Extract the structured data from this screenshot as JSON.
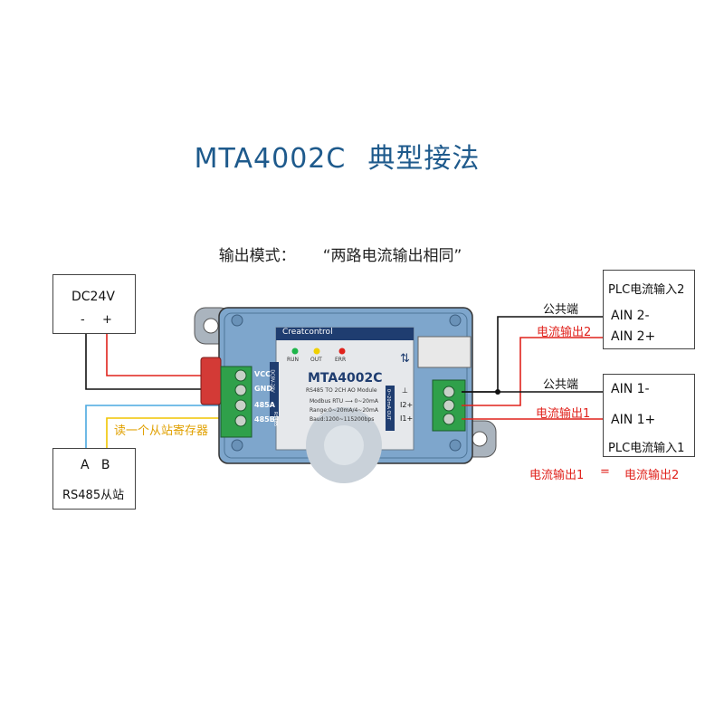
{
  "title": {
    "model": "MTA4002C",
    "subtitle": "典型接法"
  },
  "mode": {
    "label": "输出模式：",
    "value": "“两路电流输出相同”"
  },
  "power_box": {
    "title": "DC24V",
    "minus": "-",
    "plus": "+"
  },
  "slave_box": {
    "pins": "A   B",
    "label": "RS485从站"
  },
  "read_label": "读一个从站寄存器",
  "module": {
    "brand": "Creatcontrol",
    "model": "MTA4002C",
    "desc": "RS485 TO 2CH AO Module",
    "spec1": "Modbus RTU ⟶ 0~20mA",
    "spec2": "Range:0~20mA/4~20mA",
    "spec3": "Baud:1200~115200bps",
    "led_run": "RUN",
    "led_out": "OUT",
    "led_err": "ERR",
    "pin_vcc": "VCC",
    "pin_gnd": "GND",
    "pin_485a": "485A",
    "pin_485b": "485B",
    "side_left_top": "DC8V-28V",
    "side_left_bottom": "RS485",
    "out_side": "0~20mA OUT",
    "pin_gnd_out": "⊥",
    "pin_i2": "I2+",
    "pin_i1": "I1+"
  },
  "plc2": {
    "title": "PLC电流输入2",
    "minus": "AIN 2-",
    "plus": "AIN 2+"
  },
  "plc1": {
    "minus": "AIN 1-",
    "plus": "AIN 1+",
    "title": "PLC电流输入1"
  },
  "wires": {
    "common_top": "公共端",
    "out2": "电流输出2",
    "common_bottom": "公共端",
    "out1": "电流输出1"
  },
  "equation": {
    "left": "电流输出1",
    "eq": "=",
    "right": "电流输出2"
  },
  "colors": {
    "title": "#1e5a8c",
    "wire_red": "#e0221c",
    "wire_blue": "#4aa8e0",
    "wire_yellow": "#f0c400",
    "module_body": "#7ea6cc",
    "terminal": "#2fa04a"
  }
}
